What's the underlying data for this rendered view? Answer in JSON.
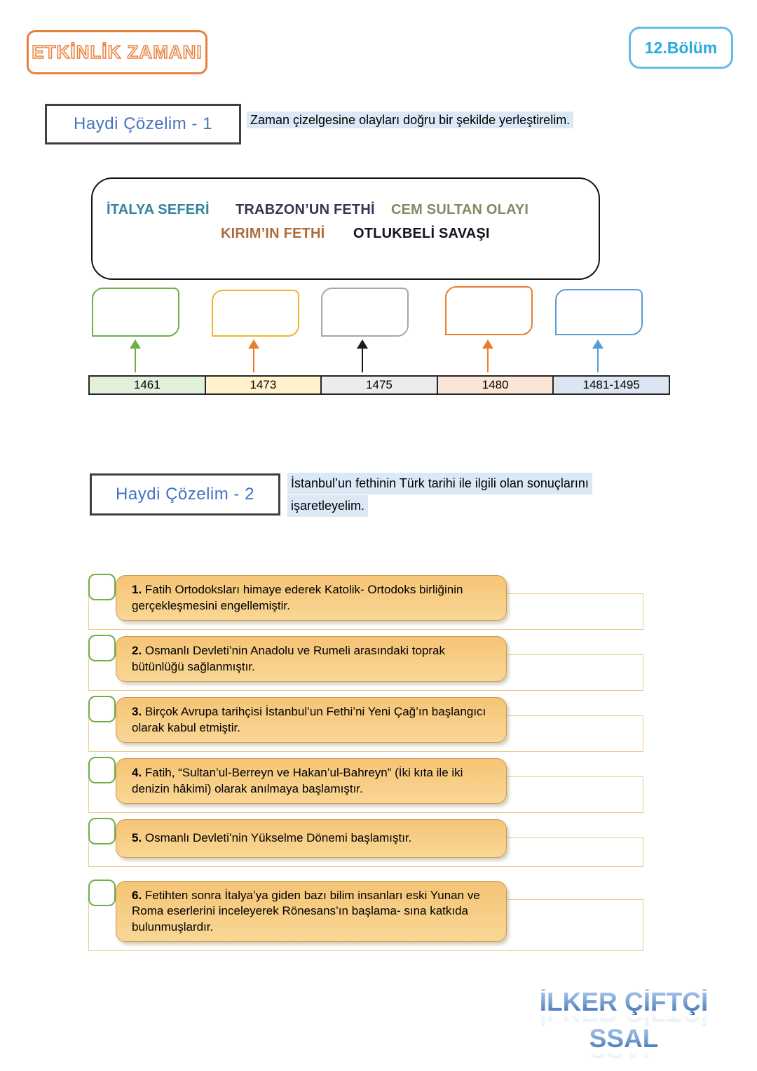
{
  "header": {
    "badge": "ETKİNLİK ZAMANI",
    "chapter": "12.Bölüm"
  },
  "colors": {
    "accent_orange": "#E8803C",
    "chapter_blue": "#29A9E1",
    "chapter_border": "#62BCE9",
    "title_blue": "#4472C4",
    "title_box_border": "#3F3F3F",
    "highlight_blue": "#DBE9F6",
    "checkbox_green": "#6FAE46",
    "card_fill": "#F6C87E",
    "card_border": "#C89B52",
    "back_border": "#E9CD8D",
    "watermark_top": "#AECBEC",
    "watermark_bottom": "#3C6FB0"
  },
  "section1": {
    "title": "Haydi Çözelim - 1",
    "instruction": "Zaman çizelgesine olayları doğru bir şekilde yerleştirelim.",
    "events": [
      {
        "label": "İTALYA SEFERİ",
        "color": "#31849B"
      },
      {
        "label": "TRABZON’UN FETHİ",
        "color": "#403153"
      },
      {
        "label": "CEM SULTAN OLAYI",
        "color": "#7E8C64"
      },
      {
        "label": "KIRIM’IN FETHİ",
        "color": "#AC6B3B"
      },
      {
        "label": "OTLUKBELİ SAVAŞI",
        "color": "#141420"
      }
    ],
    "timeline": [
      {
        "year": "1461",
        "box_color": "#6FAE46",
        "arrow_color": "#6FAE46",
        "cell_bg": "#E2EFDA"
      },
      {
        "year": "1473",
        "box_color": "#F2B52A",
        "arrow_color": "#E87D2E",
        "cell_bg": "#FFF2CC"
      },
      {
        "year": "1475",
        "box_color": "#A6A6A6",
        "arrow_color": "#1A1A1A",
        "cell_bg": "#ECECEC"
      },
      {
        "year": "1480",
        "box_color": "#E87D2E",
        "arrow_color": "#E87D2E",
        "cell_bg": "#FBE5D6"
      },
      {
        "year": "1481-1495",
        "box_color": "#5B9BD5",
        "arrow_color": "#5B9BD5",
        "cell_bg": "#DCE6F2"
      }
    ]
  },
  "section2": {
    "title": "Haydi Çözelim - 2",
    "instruction_line1": "İstanbul’un fethinin Türk tarihi ile ilgili olan sonuçlarını",
    "instruction_line2": "işaretleyelim.",
    "items": [
      {
        "number": "1.",
        "text": "Fatih Ortodoksları himaye ederek Katolik- Ortodoks birliğinin gerçekleşmesini engellemiştir."
      },
      {
        "number": "2.",
        "text": "Osmanlı Devleti’nin Anadolu ve Rumeli arasındaki toprak bütünlüğü sağlanmıştır."
      },
      {
        "number": "3.",
        "text": "Birçok Avrupa tarihçisi İstanbul’un Fethi’ni Yeni Çağ’ın başlangıcı olarak kabul etmiştir."
      },
      {
        "number": "4.",
        "text": "Fatih, “Sultan’ul-Berreyn ve Hakan’ul-Bahreyn” (İki kıta ile iki denizin hâkimi) olarak anılmaya başlamıştır."
      },
      {
        "number": "5.",
        "text": "Osmanlı Devleti’nin Yükselme Dönemi başlamıştır."
      },
      {
        "number": "6.",
        "text": "Fetihten sonra İtalya’ya giden bazı bilim insanları eski Yunan ve Roma eserlerini inceleyerek Rönesans’ın başlama- sına katkıda bulunmuşlardır."
      }
    ]
  },
  "watermark": {
    "line1": "İLKER ÇİFTÇİ",
    "line2": "SSAL"
  }
}
